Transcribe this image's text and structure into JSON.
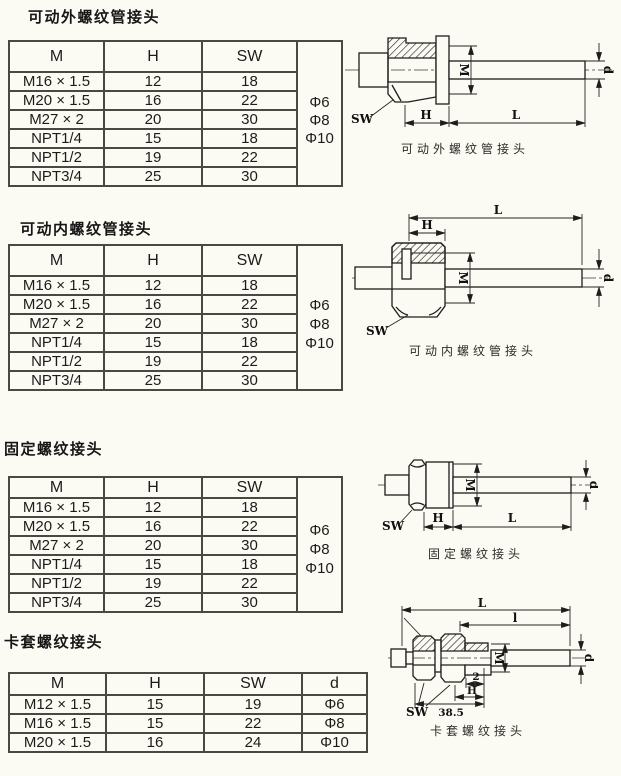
{
  "sections": [
    {
      "title": "可动外螺纹管接头",
      "table": {
        "columns": [
          "M",
          "H",
          "SW"
        ],
        "rows": [
          [
            "M16 × 1.5",
            "12",
            "18"
          ],
          [
            "M20 × 1.5",
            "16",
            "22"
          ],
          [
            "M27 × 2",
            "20",
            "30"
          ],
          [
            "NPT1/4",
            "15",
            "18"
          ],
          [
            "NPT1/2",
            "19",
            "22"
          ],
          [
            "NPT3/4",
            "25",
            "30"
          ]
        ],
        "diameters": [
          "Φ6",
          "Φ8",
          "Φ10"
        ]
      },
      "drawing": {
        "caption": "可动外螺纹管接头",
        "labels": {
          "sw": "SW",
          "h": "H",
          "l": "L",
          "m": "M",
          "d": "d"
        }
      }
    },
    {
      "title": "可动内螺纹管接头",
      "table": {
        "columns": [
          "M",
          "H",
          "SW"
        ],
        "rows": [
          [
            "M16 × 1.5",
            "12",
            "18"
          ],
          [
            "M20 × 1.5",
            "16",
            "22"
          ],
          [
            "M27 × 2",
            "20",
            "30"
          ],
          [
            "NPT1/4",
            "15",
            "18"
          ],
          [
            "NPT1/2",
            "19",
            "22"
          ],
          [
            "NPT3/4",
            "25",
            "30"
          ]
        ],
        "diameters": [
          "Φ6",
          "Φ8",
          "Φ10"
        ]
      },
      "drawing": {
        "caption": "可动内螺纹管接头",
        "labels": {
          "sw": "SW",
          "h": "H",
          "l": "L",
          "m": "M",
          "d": "d"
        }
      }
    },
    {
      "title": "固定螺纹接头",
      "table": {
        "columns": [
          "M",
          "H",
          "SW"
        ],
        "rows": [
          [
            "M16 × 1.5",
            "12",
            "18"
          ],
          [
            "M20 × 1.5",
            "16",
            "22"
          ],
          [
            "M27 × 2",
            "20",
            "30"
          ],
          [
            "NPT1/4",
            "15",
            "18"
          ],
          [
            "NPT1/2",
            "19",
            "22"
          ],
          [
            "NPT3/4",
            "25",
            "30"
          ]
        ],
        "diameters": [
          "Φ6",
          "Φ8",
          "Φ10"
        ]
      },
      "drawing": {
        "caption": "固定螺纹接头",
        "labels": {
          "sw": "SW",
          "h": "H",
          "l": "L",
          "m": "M",
          "d": "d"
        }
      }
    },
    {
      "title": "卡套螺纹接头",
      "table": {
        "columns": [
          "M",
          "H",
          "SW",
          "d"
        ],
        "rows": [
          [
            "M12 × 1.5",
            "15",
            "19",
            "Φ6"
          ],
          [
            "M16 × 1.5",
            "15",
            "22",
            "Φ8"
          ],
          [
            "M20 × 1.5",
            "16",
            "24",
            "Φ10"
          ]
        ]
      },
      "drawing": {
        "caption": "卡套螺纹接头",
        "labels": {
          "sw": "SW",
          "h": "H",
          "l_upper": "L",
          "l_lower": "l",
          "m": "M",
          "d": "d",
          "two": "2",
          "len": "38.5"
        }
      }
    }
  ]
}
